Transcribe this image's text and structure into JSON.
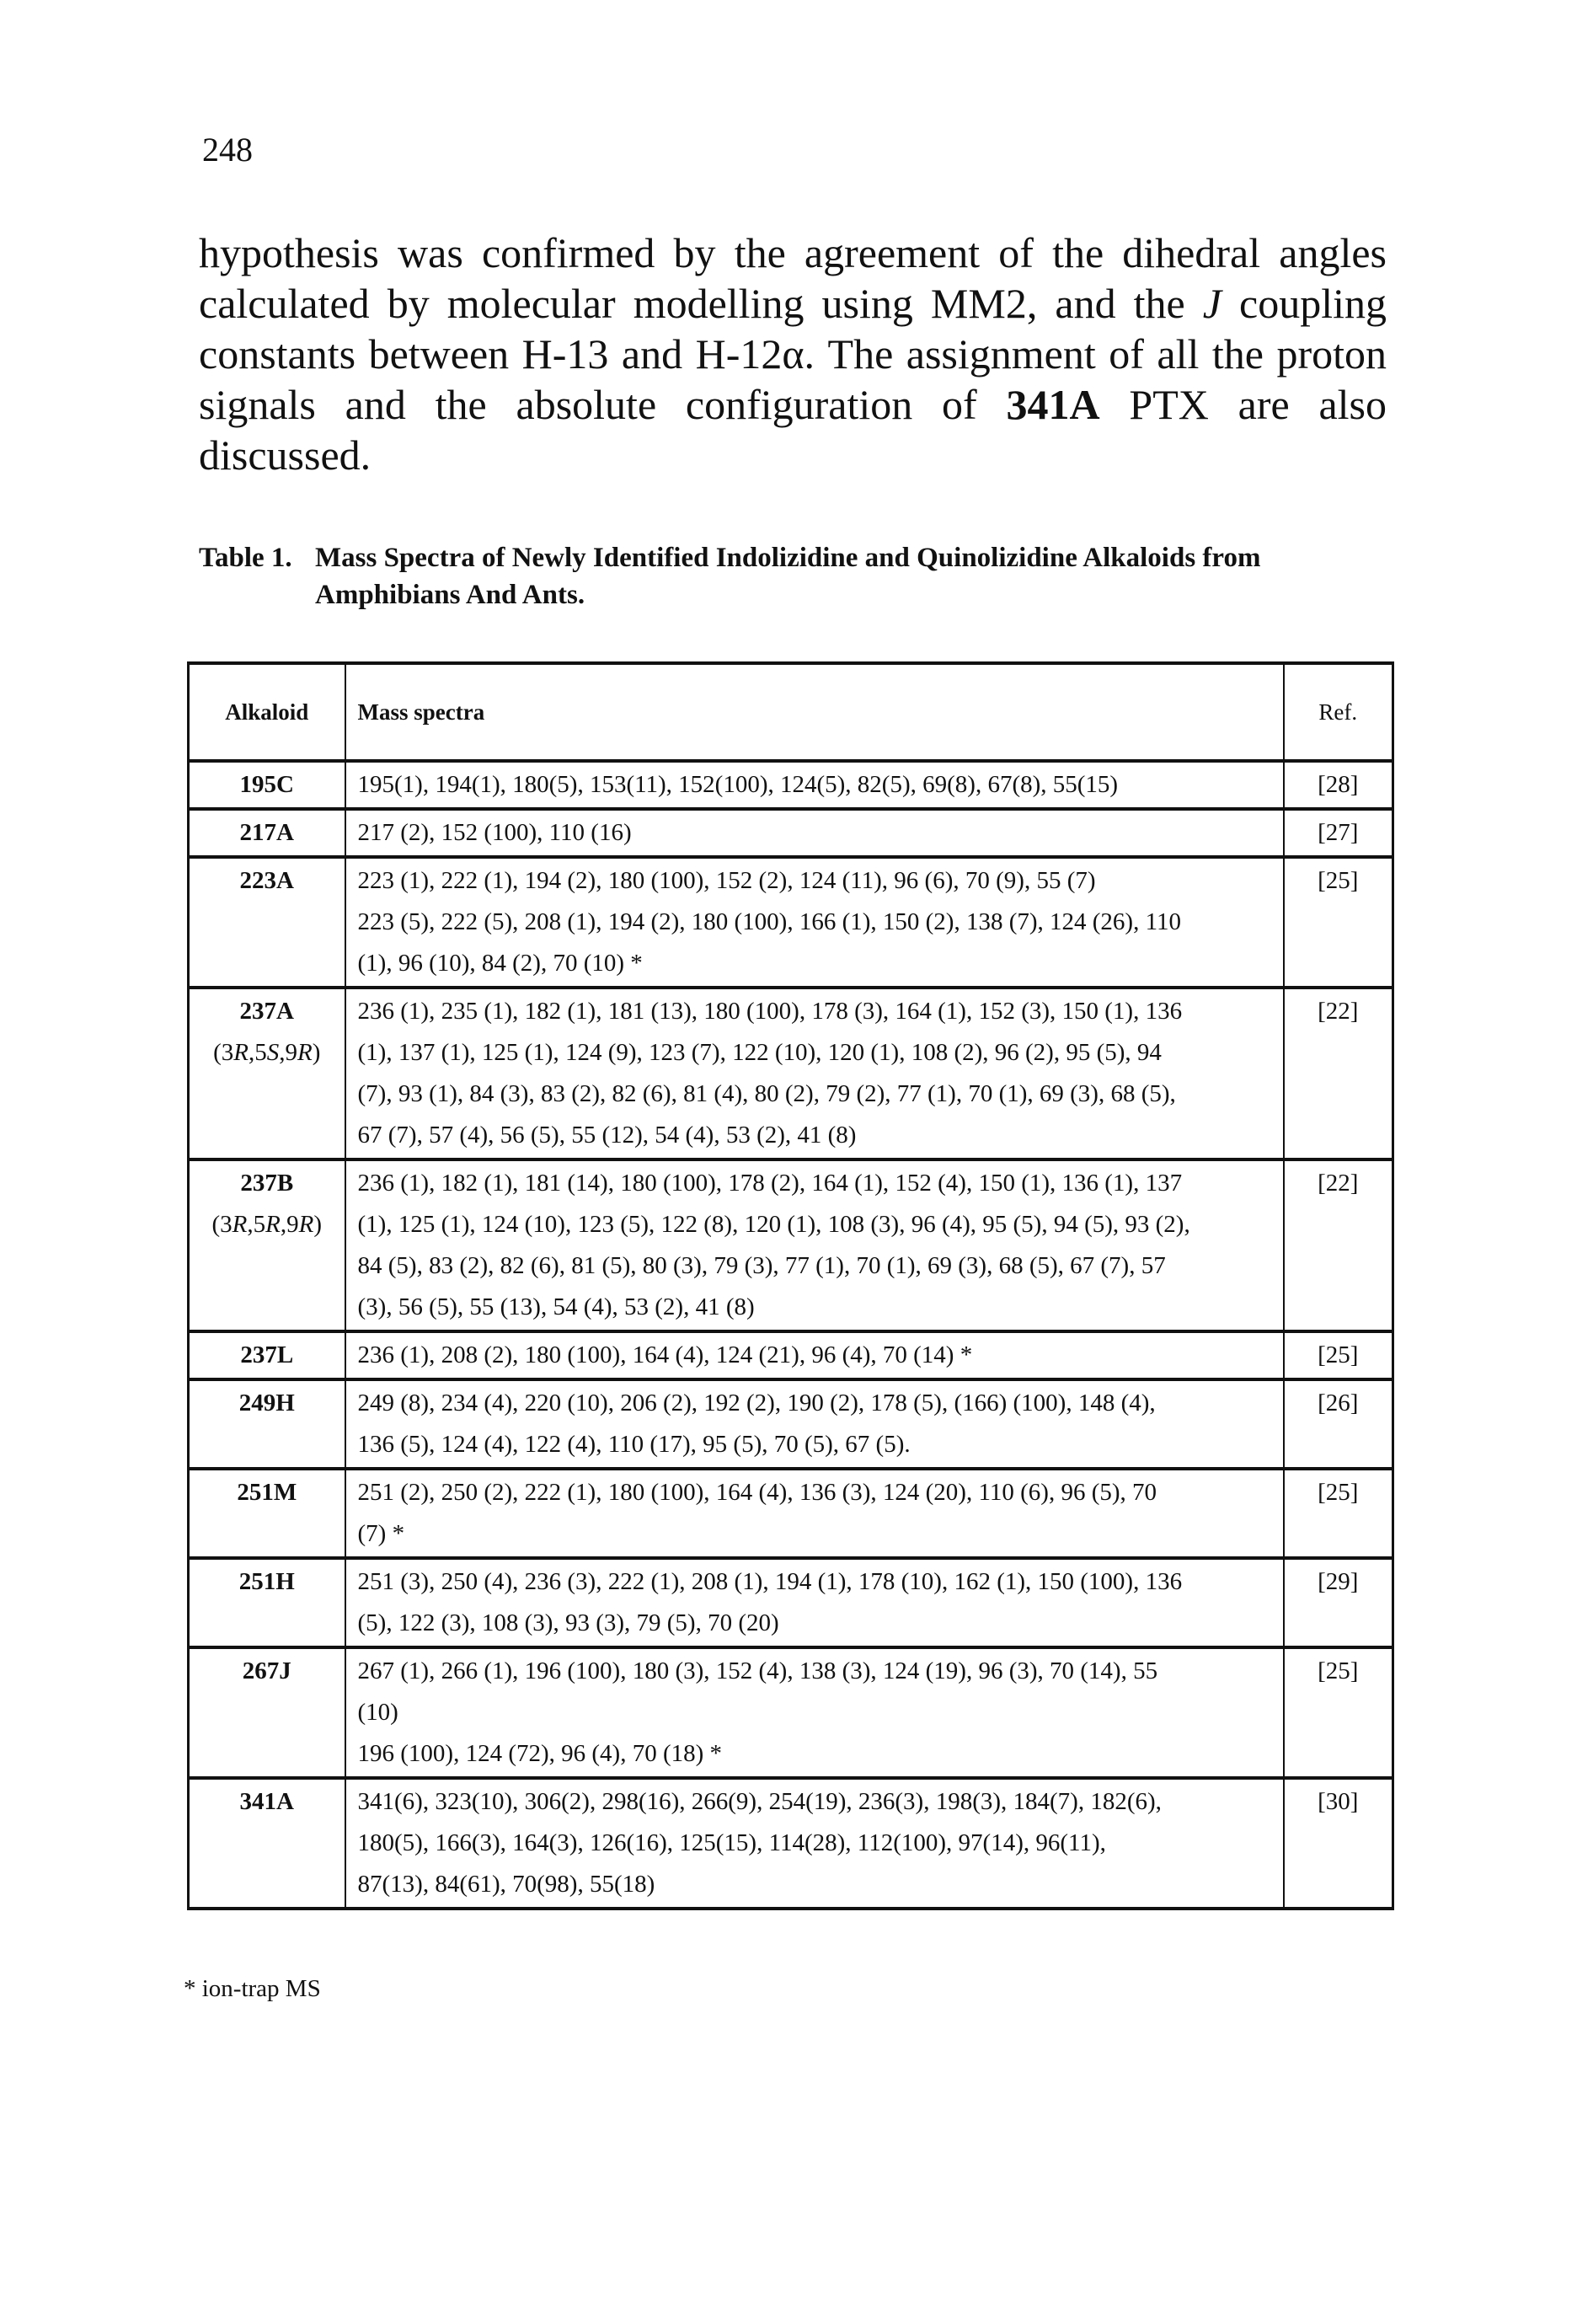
{
  "page_number": "248",
  "body": {
    "text_before": "hypothesis was confirmed by the agreement of the dihedral angles calculated by molecular modelling using MM2, and the ",
    "italic_j": "J",
    "text_middle": " coupling constants between H-13 and H-12α. The assignment of all the proton signals and the absolute configuration of ",
    "bold_compound": "341A",
    "text_after": " PTX are also discussed."
  },
  "caption": {
    "label": "Table 1.",
    "line1": "Mass Spectra of Newly Identified Indolizidine and Quinolizidine Alkaloids from",
    "line2": "Amphibians And Ants."
  },
  "table": {
    "headers": {
      "alkaloid": "Alkaloid",
      "spectra": "Mass spectra",
      "ref": "Ref."
    },
    "rows": [
      {
        "alkaloid": "195C",
        "stereo": "",
        "spectra_lines": [
          "195(1), 194(1), 180(5), 153(11), 152(100), 124(5), 82(5), 69(8), 67(8), 55(15)"
        ],
        "ref": "[28]"
      },
      {
        "alkaloid": "217A",
        "stereo": "",
        "spectra_lines": [
          "217 (2), 152 (100), 110 (16)"
        ],
        "ref": "[27]"
      },
      {
        "alkaloid": "223A",
        "stereo": "",
        "spectra_lines": [
          "223 (1), 222 (1), 194 (2), 180 (100), 152 (2), 124 (11), 96 (6), 70 (9), 55 (7)",
          "223 (5), 222 (5), 208 (1), 194 (2), 180 (100), 166 (1), 150 (2), 138 (7), 124 (26), 110",
          "(1), 96 (10), 84 (2), 70 (10) *"
        ],
        "ref": "[25]"
      },
      {
        "alkaloid": "237A",
        "stereo": "(3R,5S,9R)",
        "spectra_lines": [
          "236 (1), 235 (1), 182 (1), 181 (13), 180 (100), 178 (3), 164 (1), 152 (3), 150 (1), 136",
          "(1), 137 (1), 125 (1), 124 (9), 123 (7), 122 (10), 120 (1), 108 (2), 96 (2), 95 (5), 94",
          "(7), 93 (1), 84 (3), 83 (2), 82 (6), 81 (4), 80 (2), 79 (2), 77 (1), 70 (1), 69 (3), 68 (5),",
          "67 (7), 57 (4), 56 (5), 55 (12), 54 (4), 53 (2), 41 (8)"
        ],
        "ref": "[22]"
      },
      {
        "alkaloid": "237B",
        "stereo": "(3R,5R,9R)",
        "spectra_lines": [
          "236 (1), 182 (1), 181 (14), 180 (100), 178 (2), 164 (1), 152 (4), 150 (1), 136 (1), 137",
          "(1), 125 (1), 124 (10), 123 (5), 122 (8), 120 (1), 108 (3), 96 (4), 95 (5), 94 (5), 93 (2),",
          "84 (5), 83 (2), 82 (6), 81 (5), 80 (3), 79 (3), 77 (1), 70 (1), 69 (3), 68 (5), 67 (7), 57",
          "(3), 56 (5), 55 (13), 54 (4), 53 (2), 41 (8)"
        ],
        "ref": "[22]"
      },
      {
        "alkaloid": "237L",
        "stereo": "",
        "spectra_lines": [
          "236 (1), 208 (2), 180 (100), 164 (4), 124 (21), 96 (4), 70 (14) *"
        ],
        "ref": "[25]"
      },
      {
        "alkaloid": "249H",
        "stereo": "",
        "spectra_lines": [
          "249 (8), 234 (4), 220 (10), 206 (2), 192 (2), 190 (2), 178 (5), (166) (100), 148 (4),",
          "136 (5), 124 (4), 122 (4), 110 (17), 95 (5), 70 (5), 67 (5)."
        ],
        "ref": "[26]"
      },
      {
        "alkaloid": "251M",
        "stereo": "",
        "spectra_lines": [
          "251 (2), 250 (2), 222 (1), 180 (100), 164 (4), 136 (3), 124 (20), 110 (6), 96 (5), 70",
          "(7) *"
        ],
        "ref": "[25]"
      },
      {
        "alkaloid": "251H",
        "stereo": "",
        "spectra_lines": [
          "251 (3), 250 (4), 236 (3), 222 (1), 208 (1), 194 (1), 178 (10), 162 (1), 150 (100), 136",
          "(5), 122 (3), 108 (3), 93 (3), 79 (5), 70 (20)"
        ],
        "ref": "[29]"
      },
      {
        "alkaloid": "267J",
        "stereo": "",
        "spectra_lines": [
          "267 (1), 266 (1), 196 (100), 180 (3), 152 (4), 138 (3), 124 (19), 96 (3), 70 (14), 55",
          "(10)",
          "196 (100), 124 (72), 96 (4), 70 (18) *"
        ],
        "ref": "[25]"
      },
      {
        "alkaloid": "341A",
        "stereo": "",
        "spectra_lines": [
          "341(6), 323(10), 306(2), 298(16), 266(9), 254(19), 236(3), 198(3), 184(7), 182(6),",
          "180(5), 166(3), 164(3), 126(16), 125(15), 114(28), 112(100), 97(14), 96(11),",
          "87(13), 84(61), 70(98), 55(18)"
        ],
        "ref": "[30]"
      }
    ]
  },
  "footnote": "* ion-trap MS"
}
